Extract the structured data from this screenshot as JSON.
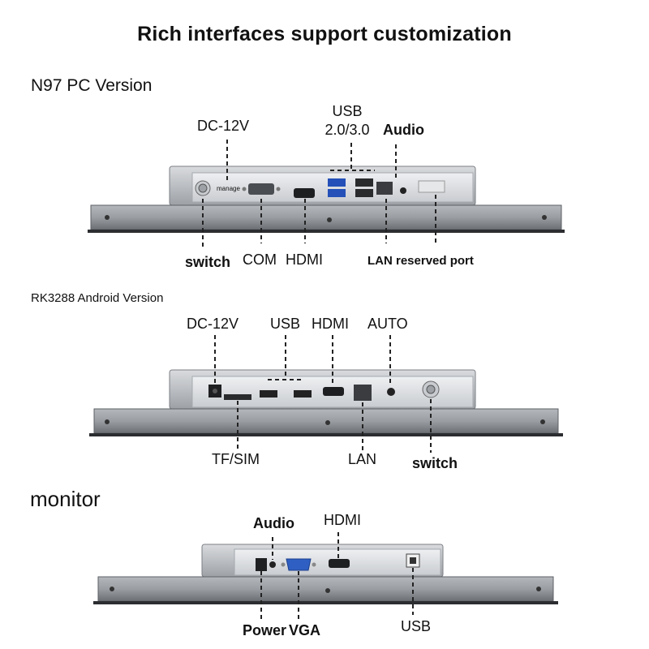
{
  "title": "Rich interfaces support customization",
  "sections": {
    "n97": {
      "heading": "N97 PC Version",
      "labels": {
        "dc": "DC-12V",
        "usb": "USB",
        "usb_ver": "2.0/3.0",
        "audio": "Audio",
        "switch": "switch",
        "com": "COM",
        "hdmi": "HDMI",
        "lan_reserved": "LAN reserved port",
        "manage": "manage"
      }
    },
    "rk3288": {
      "heading": "RK3288 Android Version",
      "labels": {
        "dc": "DC-12V",
        "usb": "USB",
        "hdmi": "HDMI",
        "auto": "AUTO",
        "tf_sim": "TF/SIM",
        "lan": "LAN",
        "switch": "switch"
      }
    },
    "monitor": {
      "heading": "monitor",
      "labels": {
        "audio": "Audio",
        "hdmi": "HDMI",
        "power": "Power",
        "vga": "VGA",
        "usb": "USB"
      }
    }
  },
  "colors": {
    "panel_body": "#b9bcc0",
    "panel_dark": "#6e7277",
    "bezel": "#8d9196",
    "leader": "#222222"
  }
}
